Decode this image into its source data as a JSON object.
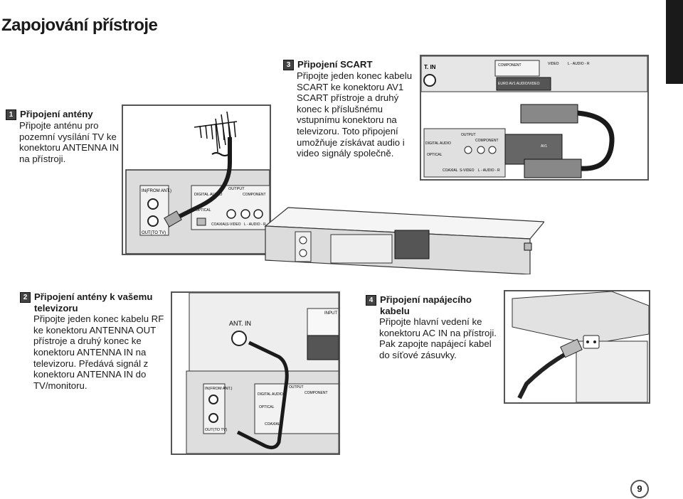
{
  "page": {
    "title": "Zapojování přístroje",
    "page_number": "9"
  },
  "sections": [
    {
      "number": "1",
      "heading": "Připojení antény",
      "body": "Připojte anténu pro pozemní vysílání TV ke konektoru ANTENNA IN na přístroji."
    },
    {
      "number": "2",
      "heading": "Připojení antény k vašemu televizoru",
      "body": "Připojte jeden konec kabelu RF ke konektoru ANTENNA OUT přístroje a druhý konec ke konektoru ANTENNA IN na televizoru. Předává signál z konektoru ANTENNA IN do TV/monitoru."
    },
    {
      "number": "3",
      "heading": "Připojení SCART",
      "body": "Připojte jeden konec kabelu SCART ke konektoru AV1 SCART přístroje a druhý konec k příslušnému vstupnímu konektoru na televizoru. Toto připojení umožňuje získávat audio i video signály společně."
    },
    {
      "number": "4",
      "heading": "Připojení napájecího kabelu",
      "body": "Připojte hlavní vedení ke konektoru AC IN na přístroji. Pak zapojte napájecí kabel do síťové zásuvky."
    }
  ],
  "panel_labels": {
    "rf_in": "IN(FROM ANT.)",
    "rf_out": "OUT(TO TV)",
    "digital_audio": "DIGITAL AUDIO",
    "output": "OUTPUT",
    "component": "COMPONENT",
    "optical": "OPTICAL",
    "coaxial": "COAXIAL",
    "s_video": "S-VIDEO",
    "audio": "L - AUDIO - R",
    "video": "VIDEO",
    "tv_ant_in": "ANT. IN",
    "tv_euro": "EURO AV1 AUDIO/VIDEO",
    "tv_in": "T. IN",
    "av1": "AV1",
    "input": "INPUT"
  }
}
